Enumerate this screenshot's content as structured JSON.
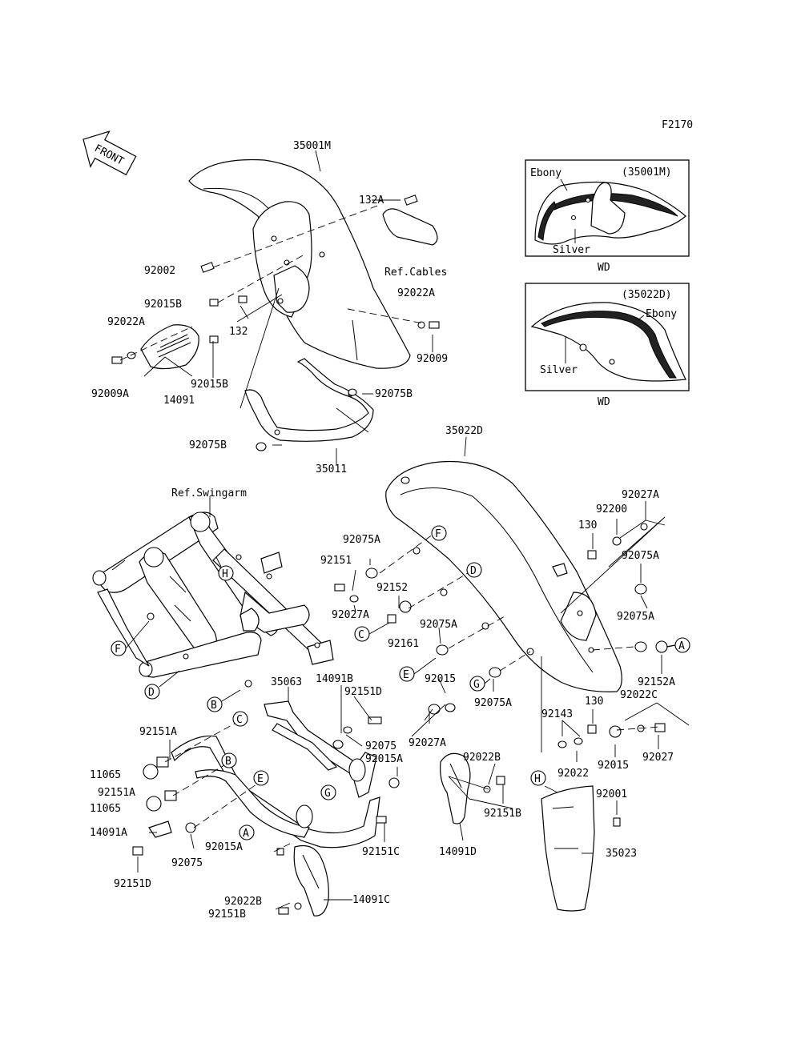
{
  "figure_code": "F2170",
  "front_arrow_label": "FRONT",
  "inset_front": {
    "title": "(35001M)",
    "color_top": "Ebony",
    "color_bottom": "Silver",
    "caption": "WD"
  },
  "inset_rear": {
    "title": "(35022D)",
    "color_top": "Ebony",
    "color_bottom": "Silver",
    "caption": "WD"
  },
  "labels": [
    "35001M",
    "132A",
    "92002",
    "Ref.Cables",
    "92022A",
    "92015B",
    "132",
    "92022A",
    "92009",
    "92009A",
    "14091",
    "92015B",
    "92075B",
    "92075B",
    "35011",
    "35022D",
    "Ref.Swingarm",
    "92027A",
    "92200",
    "130",
    "92075A",
    "92075A",
    "92151",
    "92152",
    "92027A",
    "92161",
    "92075A",
    "92075A",
    "92152A",
    "92015",
    "92075A",
    "35063",
    "14091B",
    "92151D",
    "92151A",
    "11065",
    "92151A",
    "11065",
    "14091A",
    "92075",
    "92151D",
    "92075",
    "92015A",
    "92027A",
    "92022B",
    "92151B",
    "92015A",
    "92151C",
    "14091D",
    "92022B",
    "92151B",
    "14091C",
    "92143",
    "130",
    "92022C",
    "92022",
    "92015",
    "92027",
    "92001",
    "35023"
  ],
  "callouts": [
    "F",
    "D",
    "C",
    "E",
    "G",
    "A",
    "H",
    "F",
    "D",
    "B",
    "C",
    "B",
    "E",
    "G",
    "A",
    "H"
  ]
}
